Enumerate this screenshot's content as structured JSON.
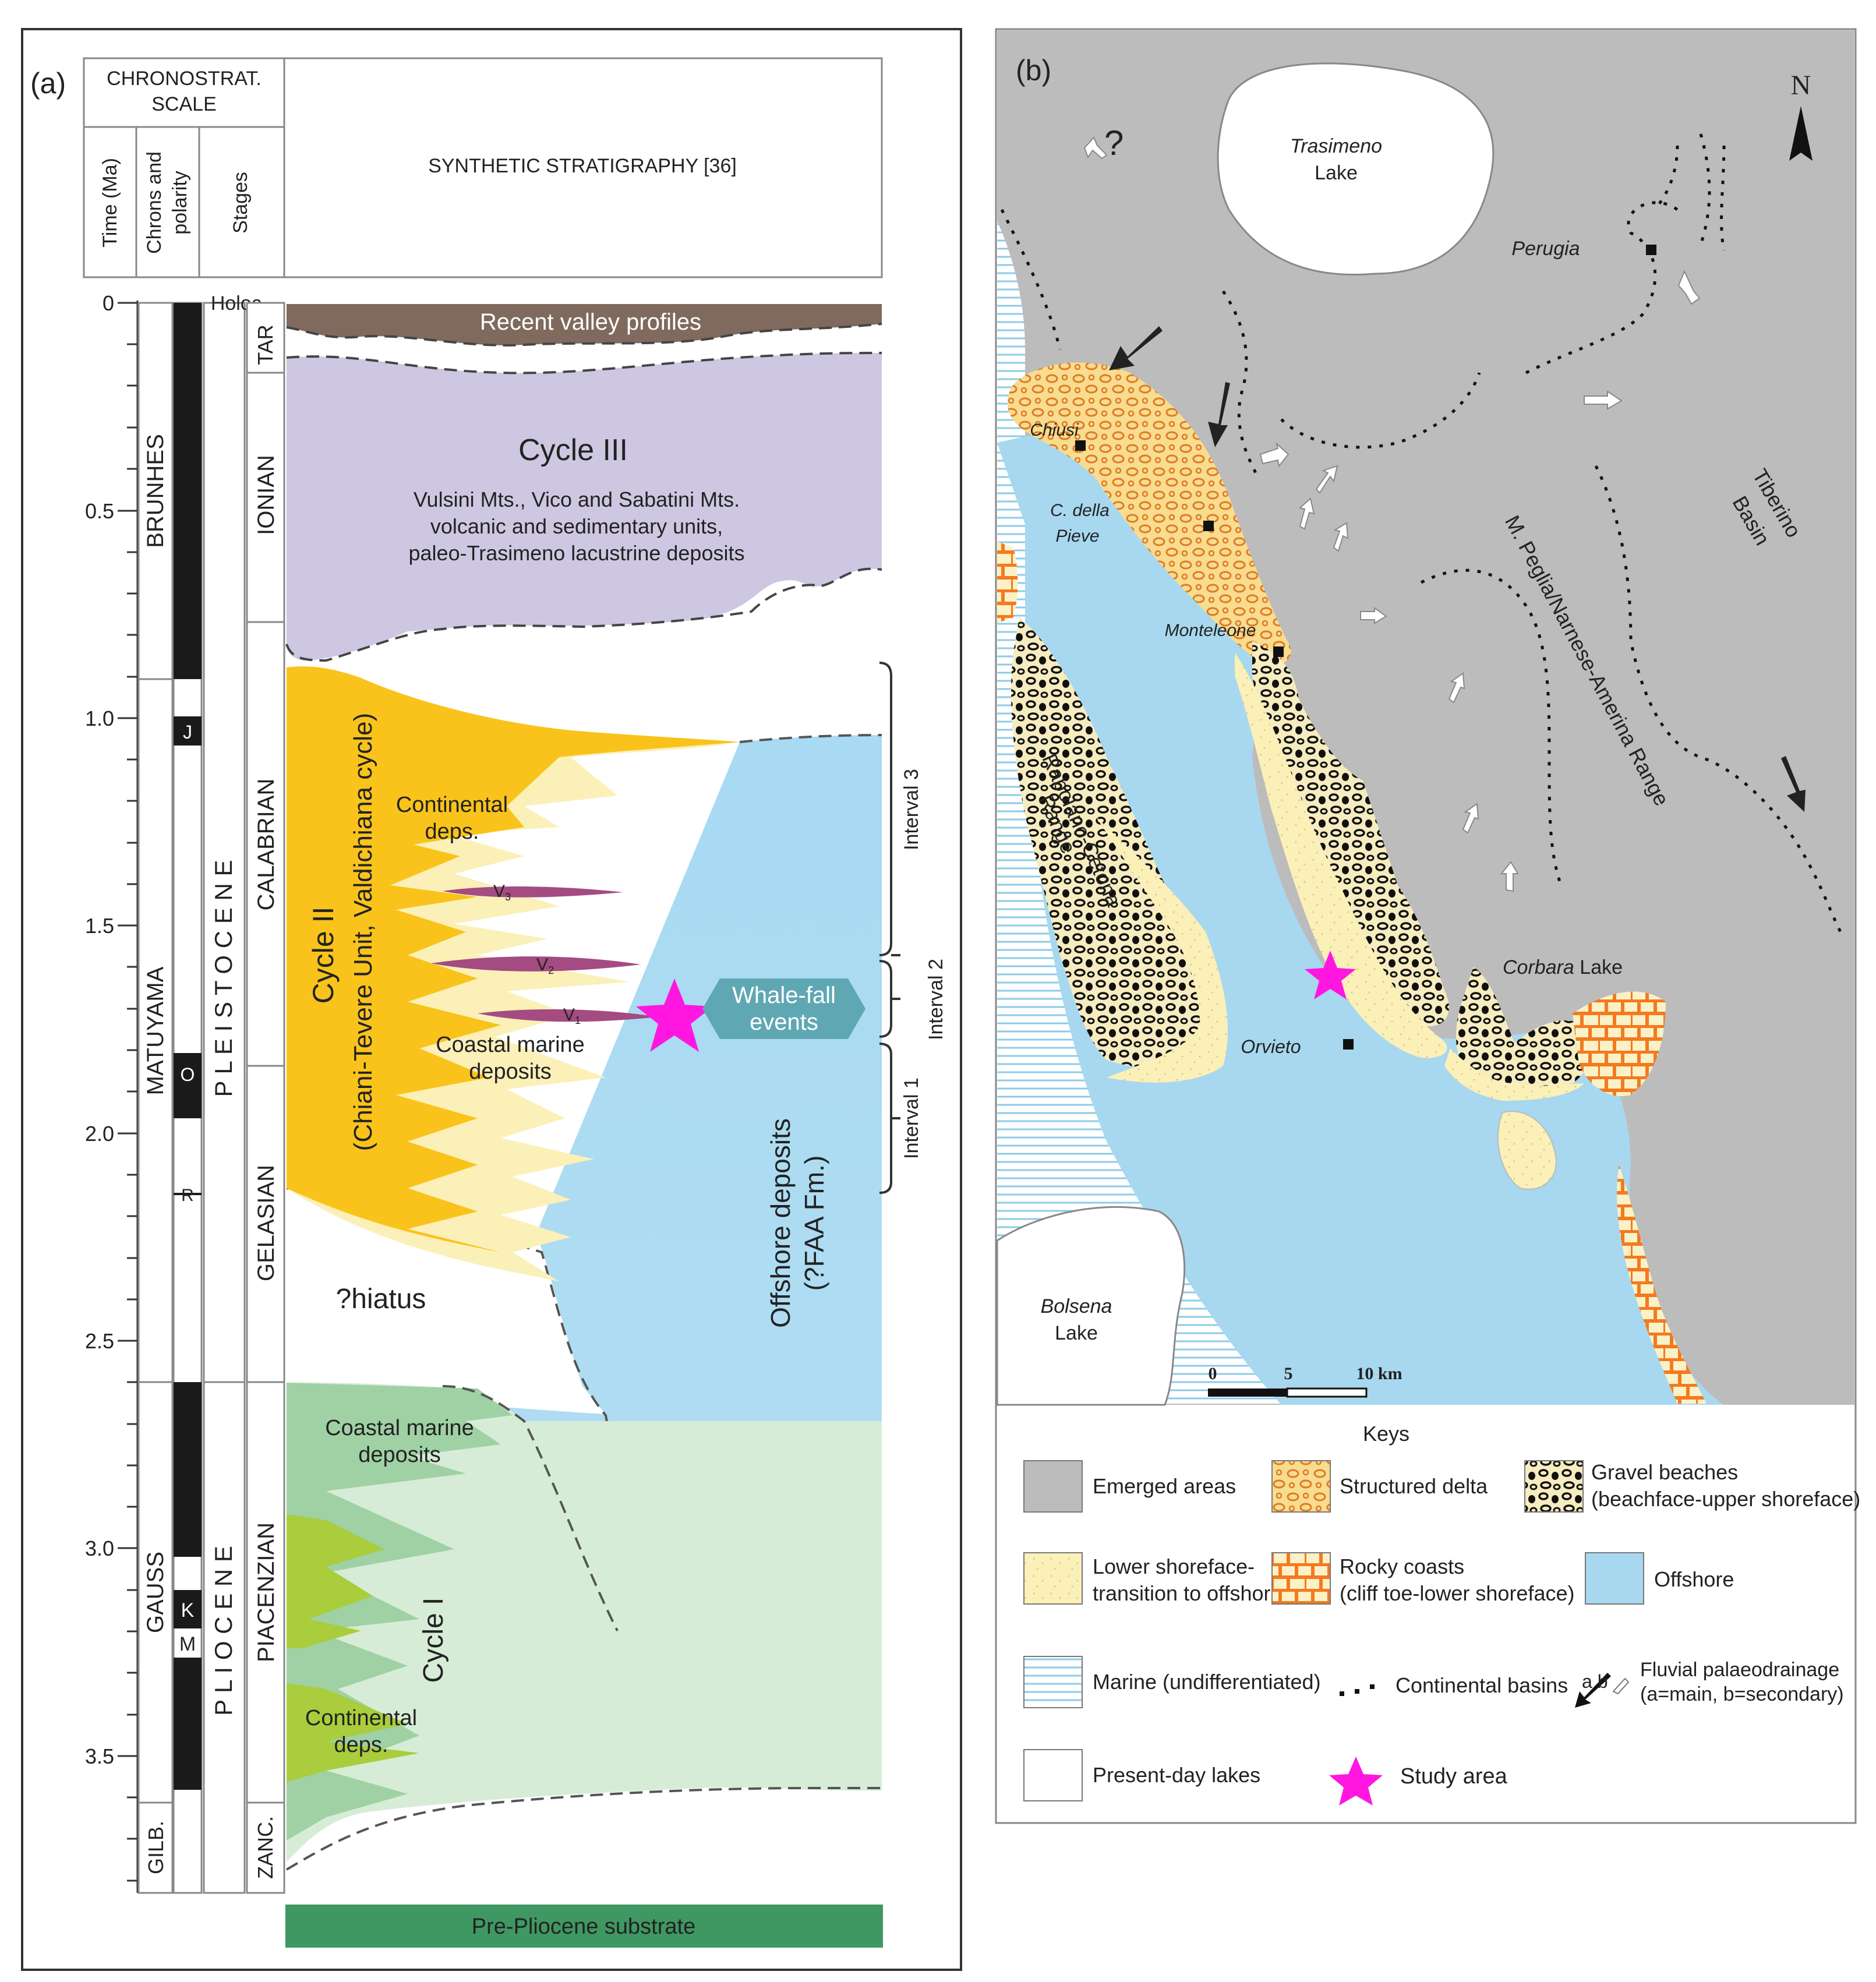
{
  "panel_a": {
    "label": "(a)",
    "header": {
      "chronostrat_line1": "CHRONOSTRAT.",
      "chronostrat_line2": "SCALE",
      "time_col": "Time (Ma)",
      "chrons_col_line1": "Chrons and",
      "chrons_col_line2": "polarity",
      "stages_col": "Stages",
      "synthetic": "SYNTHETIC STRATIGRAPHY [36]"
    },
    "time_ticks": [
      "0",
      "0.5",
      "1.0",
      "1.5",
      "2.0",
      "2.5",
      "3.0",
      "3.5"
    ],
    "chrons": {
      "brunhes": "BRUNHES",
      "matuyama": "MATUYAMA",
      "gauss": "GAUSS",
      "gilb": "GILB.",
      "j": "J",
      "o": "O",
      "r": "R",
      "k": "K",
      "m": "M"
    },
    "epochs": {
      "holoc": "Holoc.",
      "pleistocene": "P L E I S T O C E N E",
      "pliocene": "P L I O C E N E"
    },
    "stages": {
      "tar": "TAR",
      "ionian": "IONIAN",
      "calabrian": "CALABRIAN",
      "gelasian": "GELASIAN",
      "piacenzian": "PIACENZIAN",
      "zanc": "ZANC."
    },
    "units": {
      "recent": "Recent valley profiles",
      "cycle3_title": "Cycle III",
      "cycle3_line1": "Vulsini Mts., Vico and Sabatini Mts.",
      "cycle3_line2": "volcanic and sedimentary units,",
      "cycle3_line3": "paleo-Trasimeno lacustrine deposits",
      "cycle2_line1": "Cycle II",
      "cycle2_line2": "(Chiani-Tevere Unit, Valdichiana cycle)",
      "continental_line1": "Continental",
      "continental_line2": "deps.",
      "coastal_line1": "Coastal marine",
      "coastal_line2": "deposits",
      "v1": "V",
      "v2": "V",
      "v3": "V",
      "v1_sub": "3",
      "v2_sub": "2",
      "v3_sub": "1",
      "whale_line1": "Whale-fall",
      "whale_line2": "events",
      "offshore_line1": "Offshore deposits",
      "offshore_line2": "(?FAA Fm.)",
      "hiatus": "?hiatus",
      "cycle1_coastal_line1": "Coastal marine",
      "cycle1_coastal_line2": "deposits",
      "cycle1": "Cycle I",
      "cycle1_cont_line1": "Continental",
      "cycle1_cont_line2": "deps.",
      "substrate": "Pre-Pliocene substrate"
    },
    "intervals": {
      "interval3": "Interval 3",
      "interval2": "Interval 2",
      "interval1": "Interval 1"
    }
  },
  "panel_b": {
    "label": "(b)",
    "north": "N",
    "question": "?",
    "places": {
      "trasimeno_line1": "Trasimeno",
      "trasimeno_line2": "Lake",
      "perugia": "Perugia",
      "chiusi": "Chiusi",
      "pieve_line1": "C. della",
      "pieve_line2": "Pieve",
      "monteleone": "Monteleone",
      "tiberino_line1": "Tiberino",
      "tiberino_line2": "Basin",
      "peglia": "M. Peglia/Narnese-Amerina Range",
      "rapolano_line1": "Rapolano-Cetona",
      "rapolano_line2": "Range",
      "corbara_italic": "Corbara",
      "corbara_rest": " Lake",
      "orvieto": "Orvieto",
      "bolsena_line1": "Bolsena",
      "bolsena_line2": "Lake"
    },
    "scale": {
      "s0": "0",
      "s5": "5",
      "s10": "10 km"
    },
    "keys": {
      "title": "Keys",
      "emerged": "Emerged areas",
      "delta": "Structured delta",
      "gravel_line1": "Gravel beaches",
      "gravel_line2": "(beachface-upper shoreface)",
      "lower_line1": "Lower shoreface-",
      "lower_line2": "transition to offshore",
      "rocky_line1": "Rocky coasts",
      "rocky_line2": "(cliff toe-lower shoreface)",
      "offshore": "Offshore",
      "marine": "Marine (undifferentiated)",
      "basins": "Continental basins",
      "fluvial_ab": "a  b",
      "fluvial_line1": "Fluvial palaeodrainage",
      "fluvial_line2": "(a=main, b=secondary)",
      "lakes": "Present-day lakes",
      "study": "Study area"
    }
  },
  "colors": {
    "emerged": "#bcbcbc",
    "offshore": "#a7d8ef",
    "delta": "#f7d98a",
    "lower_shoreface": "#fbf0b8",
    "cycle3": "#cec7e2",
    "cycle2": "#f9c31b",
    "recent": "#7f6a5d",
    "cycle1": "#9fd1a5",
    "cycle1_light": "#d7ecd6",
    "cycle1_green": "#a9cd3c",
    "substrate": "#3f9762",
    "whale": "#5fa8b3",
    "volcanic": "#a44b82",
    "star": "#ff17e1",
    "rocky": "#f37a1f"
  }
}
